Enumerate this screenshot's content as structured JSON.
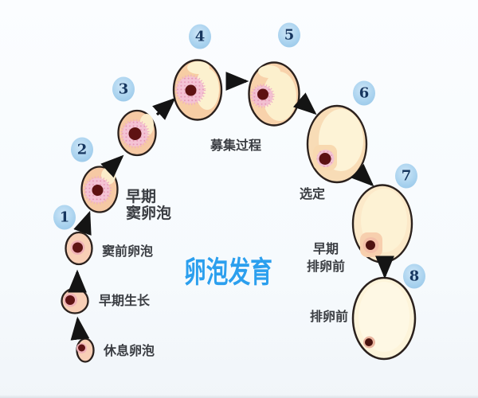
{
  "title": "卵泡发育",
  "badges": [
    "1",
    "2",
    "3",
    "4",
    "5",
    "6",
    "7",
    "8"
  ],
  "labels": {
    "resting_follicle": "休息卵泡",
    "early_growth": "早期生长",
    "preantral_follicle": "窦前卵泡",
    "early_antral_follicle": [
      "早期",
      "窦卵泡"
    ],
    "recruitment_process": "募集过程",
    "selection": "选定",
    "early_preovulatory": [
      "早期",
      "排卵前"
    ],
    "preovulatory": "排卵前"
  },
  "colors": {
    "title_text": "#2B9FEE",
    "badge_bg": "#AAD3EF",
    "badge_text": "#16365F",
    "follicle_peach": "#F7CDA4",
    "follicle_cream": "#FCF1CF",
    "granulosa_pink": "#F4C3D4",
    "oocyte_red": "#5E1212",
    "outline": "#2B221E",
    "label_text": "#3A3D42",
    "background": "#F7FAFD"
  }
}
